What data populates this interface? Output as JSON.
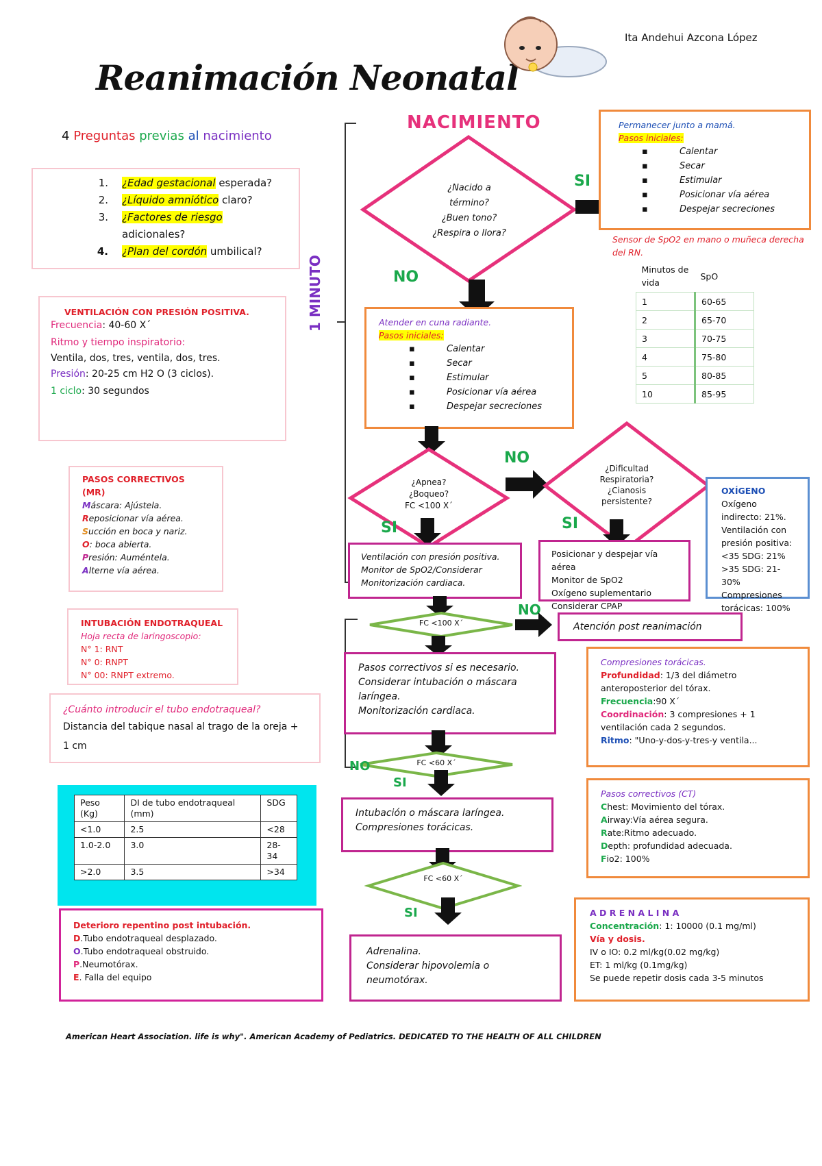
{
  "header": {
    "title": "Reanimación Neonatal",
    "author": "Ita Andehui Azcona López"
  },
  "colors": {
    "pink_diamond": "#e6317b",
    "green_diamond": "#7ab648",
    "orange_box": "#f08a3c",
    "magenta_box": "#c0258f",
    "cyan_panel": "#00e5ee",
    "purple_label": "#7a2fc2"
  },
  "questions": {
    "heading": {
      "num": "4",
      "w1": "Preguntas",
      "w2": "previas",
      "w3": "al",
      "w4": "nacimiento"
    },
    "items": [
      {
        "num": "1.",
        "hl": "¿Edad gestacional",
        "rest": " esperada?"
      },
      {
        "num": "2.",
        "hl": "¿Líquido amniótico",
        "rest": " claro?"
      },
      {
        "num": "3.",
        "hl": "¿Factores de riesgo",
        "rest": ""
      },
      {
        "num": "",
        "hl": "",
        "rest": "adicionales?"
      },
      {
        "num": "4.",
        "hl": "¿Plan del cordón",
        "rest": " umbilical?"
      }
    ]
  },
  "vpp": {
    "title": "VENTILACIÓN CON PRESIÓN POSITIVA.",
    "freq_label": "Frecuencia",
    "freq_value": ": 40-60 X´",
    "rhythm_label": "Ritmo y tiempo inspiratorio:",
    "rhythm_value": "Ventila, dos, tres, ventila, dos, tres.",
    "pressure_label": "Presión",
    "pressure_value": ": 20-25 cm H2 O (3 ciclos).",
    "cycle_label": "1 ciclo",
    "cycle_value": ": 30 segundos"
  },
  "corrective": {
    "title": "PASOS CORRECTIVOS (MR)",
    "items": [
      {
        "letter": "M",
        "text": "áscara: Ajústela."
      },
      {
        "letter": "R",
        "text": "eposicionar vía aérea."
      },
      {
        "letter": "S",
        "text": "ucción en boca y nariz."
      },
      {
        "letter": "O",
        "text": ": boca abierta."
      },
      {
        "letter": "P",
        "text": "resión: Auméntela."
      },
      {
        "letter": "A",
        "text": "lterne vía aérea."
      }
    ]
  },
  "intubation": {
    "title": "INTUBACIÓN ENDOTRAQUEAL",
    "subtitle": "Hoja recta de laringoscopio:",
    "lines": [
      "N° 1: RNT",
      "N° 0: RNPT",
      "N° 00: RNPT extremo."
    ]
  },
  "tube_depth": {
    "question": "¿Cuánto introducir el tubo endotraqueal?",
    "answer": "Distancia del tabique nasal al trago de la oreja + 1 cm"
  },
  "tube_table": {
    "headers": [
      "Peso (Kg)",
      "DI de tubo endotraqueal (mm)",
      "SDG"
    ],
    "rows": [
      [
        "<1.0",
        "2.5",
        "<28"
      ],
      [
        "1.0-2.0",
        "3.0",
        "28-34"
      ],
      [
        ">2.0",
        "3.5",
        ">34"
      ]
    ]
  },
  "dope": {
    "title": "Deterioro repentino post intubación.",
    "items": [
      {
        "letter": "D",
        "text": ".Tubo endotraqueal desplazado."
      },
      {
        "letter": "O",
        "text": ".Tubo endotraqueal obstruido."
      },
      {
        "letter": "P",
        "text": ".Neumotórax."
      },
      {
        "letter": "E",
        "text": ".  Falla del equipo"
      }
    ]
  },
  "flow": {
    "nacimiento": "NACIMIENTO",
    "one_minute": "1 MINUTO",
    "d1_lines": [
      "¿Nacido a",
      "término?",
      "¿Buen tono?",
      "¿Respira o llora?"
    ],
    "si1": "SI",
    "no1": "NO",
    "mom_box": {
      "title": "Permanecer junto a mamá.",
      "steps_label": "Pasos iniciales:",
      "items": [
        "Calentar",
        "Secar",
        "Estimular",
        "Posicionar vía aérea",
        "Despejar secreciones"
      ]
    },
    "sensor_note": "Sensor de SpO2 en mano o muñeca derecha del RN.",
    "spo2_table": {
      "headers": [
        "Minutos de vida",
        "SpO"
      ],
      "rows": [
        [
          "1",
          "60-65"
        ],
        [
          "2",
          "65-70"
        ],
        [
          "3",
          "70-75"
        ],
        [
          "4",
          "75-80"
        ],
        [
          "5",
          "80-85"
        ],
        [
          "10",
          "85-95"
        ]
      ]
    },
    "radiant_box": {
      "title": "Atender en cuna radiante.",
      "steps_label": "Pasos iniciales:",
      "items": [
        "Calentar",
        "Secar",
        "Estimular",
        "Posicionar vía aérea",
        "Despejar secreciones"
      ]
    },
    "d2_lines": [
      "¿Apnea?",
      "¿Boqueo?",
      "FC <100 X´"
    ],
    "no2": "NO",
    "si2": "SI",
    "d3_lines": [
      "¿Dificultad",
      "Respiratoria?",
      "¿Cianosis",
      "persistente?"
    ],
    "si3": "SI",
    "vpp_box": [
      "Ventilación con presión positiva.",
      "Monitor de SpO2/Considerar",
      "Monitorización cardiaca."
    ],
    "cpap_box": [
      "Posicionar y despejar vía aérea",
      "Monitor de SpO2",
      "Oxígeno suplementario",
      "Considerar CPAP"
    ],
    "oxygen_panel": {
      "title": "OXÍGENO",
      "lines": [
        "Oxígeno indirecto: 21%.",
        "Ventilación con presión positiva:",
        "<35 SDG: 21%",
        ">35 SDG: 21-30%",
        "Compresiones torácicas: 100%"
      ]
    },
    "d4": "FC <100 X´",
    "no4": "NO",
    "post_box": "Atención post reanimación",
    "corrective_box": [
      "Pasos correctivos si es necesario.",
      "Considerar intubación o máscara laríngea.",
      "Monitorización cardiaca."
    ],
    "compressions": {
      "title": "Compresiones torácicas.",
      "depth_label": "Profundidad",
      "depth_value": ": 1/3 del diámetro anteroposterior del tórax.",
      "freq_label": "Frecuencia",
      "freq_value": ":90 X´",
      "coord_label": "Coordinación",
      "coord_value": ": 3 compresiones + 1 ventilación cada 2 segundos.",
      "rhythm_label": "Ritmo",
      "rhythm_value": ": \"Uno-y-dos-y-tres-y ventila..."
    },
    "d5": "FC <60 X´",
    "no5": "NO",
    "si5": "SI",
    "intub_box": [
      "Intubación o máscara laríngea.",
      "Compresiones torácicas."
    ],
    "cpr_steps": {
      "title": "Pasos correctivos (CT)",
      "items": [
        {
          "letter": "C",
          "text": "hest: Movimiento del tórax."
        },
        {
          "letter": "A",
          "text": "irway:Vía aérea segura."
        },
        {
          "letter": "R",
          "text": "ate:Ritmo adecuado."
        },
        {
          "letter": "D",
          "text": "epth: profundidad adecuada."
        },
        {
          "letter": "F",
          "text": "io2: 100%"
        }
      ]
    },
    "d6": "FC <60 X´",
    "si6": "SI",
    "adrenaline_box": [
      "Adrenalina.",
      "Considerar hipovolemia o neumotórax."
    ],
    "adrenaline": {
      "title": "A D R E N A L I N A",
      "conc_label": "Concentración",
      "conc_value": ": 1: 10000 (0.1 mg/ml)",
      "route_label": "Vía y dosis.",
      "iv": "IV o IO: 0.2 ml/kg(0.02 mg/kg)",
      "et": "ET: 1 ml/kg (0.1mg/kg)",
      "repeat": "Se puede repetir dosis cada 3-5 minutos"
    }
  },
  "footer": "American Heart Association. life is why\". American Academy of Pediatrics. DEDICATED TO THE HEALTH OF ALL CHILDREN"
}
